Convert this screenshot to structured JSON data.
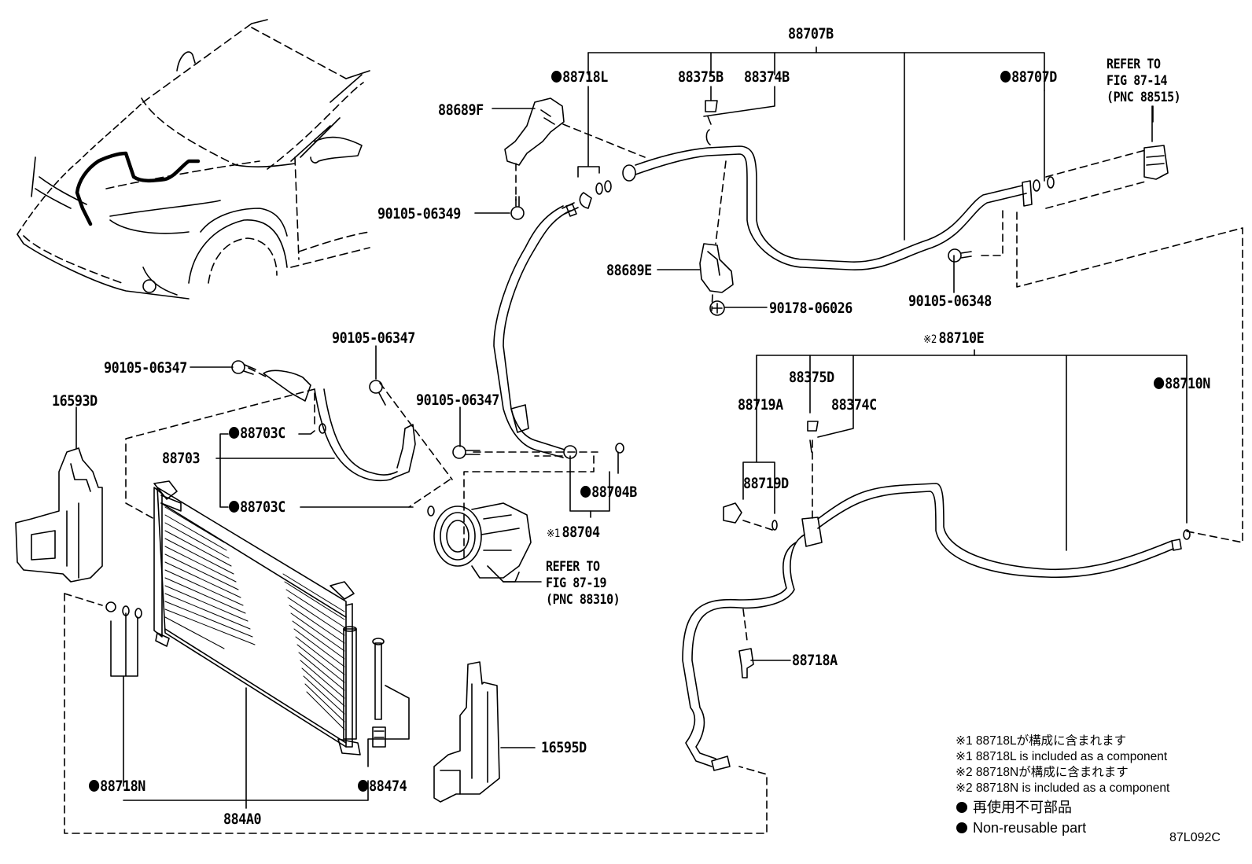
{
  "diagram": {
    "title": "Air conditioner piping & condenser parts diagram",
    "figure_id": "87L092C",
    "non_reusable_symbol": "●",
    "parts": {
      "p88707B": {
        "code": "88707B",
        "non_reusable": false
      },
      "p88718L": {
        "code": "88718L",
        "non_reusable": true
      },
      "p88375B": {
        "code": "88375B",
        "non_reusable": false
      },
      "p88374B": {
        "code": "88374B",
        "non_reusable": false
      },
      "p88707D": {
        "code": "88707D",
        "non_reusable": true
      },
      "p88689F": {
        "code": "88689F",
        "non_reusable": false
      },
      "p90105_06349": {
        "code": "90105-06349",
        "non_reusable": false
      },
      "p88689E": {
        "code": "88689E",
        "non_reusable": false
      },
      "p90178_06026": {
        "code": "90178-06026",
        "non_reusable": false
      },
      "p90105_06348": {
        "code": "90105-06348",
        "non_reusable": false
      },
      "p90105_06347_a": {
        "code": "90105-06347",
        "non_reusable": false
      },
      "p90105_06347_b": {
        "code": "90105-06347",
        "non_reusable": false
      },
      "p90105_06347_c": {
        "code": "90105-06347",
        "non_reusable": false
      },
      "p16593D": {
        "code": "16593D",
        "non_reusable": false
      },
      "p88703C_a": {
        "code": "88703C",
        "non_reusable": true
      },
      "p88703": {
        "code": "88703",
        "non_reusable": false
      },
      "p88703C_b": {
        "code": "88703C",
        "non_reusable": true
      },
      "p88704B": {
        "code": "88704B",
        "non_reusable": true
      },
      "p88704": {
        "code": "88704",
        "non_reusable": false,
        "mark": "※1"
      },
      "p88710E": {
        "code": "88710E",
        "non_reusable": false,
        "mark": "※2"
      },
      "p88375D": {
        "code": "88375D",
        "non_reusable": false
      },
      "p88719A": {
        "code": "88719A",
        "non_reusable": false
      },
      "p88374C": {
        "code": "88374C",
        "non_reusable": false
      },
      "p88710N": {
        "code": "88710N",
        "non_reusable": true
      },
      "p88719D": {
        "code": "88719D",
        "non_reusable": false
      },
      "p88718A": {
        "code": "88718A",
        "non_reusable": false
      },
      "p88718N": {
        "code": "88718N",
        "non_reusable": true
      },
      "p88474": {
        "code": "88474",
        "non_reusable": true
      },
      "p884A0": {
        "code": "884A0",
        "non_reusable": false
      },
      "p16595D": {
        "code": "16595D",
        "non_reusable": false
      }
    },
    "references": {
      "ref_87_14": {
        "text": "REFER TO\nFIG 87-14\n(PNC 88515)"
      },
      "ref_87_19": {
        "text": "REFER TO\nFIG 87-19\n(PNC 88310)"
      }
    },
    "legend": {
      "note1_jp": "※1 88718Lが構成に含まれます",
      "note1_en": "※1 88718L is included as a component",
      "note2_jp": "※2 88718Nが構成に含まれます",
      "note2_en": "※2 88718N is included as a component",
      "nonreusable_jp": "再使用不可部品",
      "nonreusable_en": "Non-reusable part"
    }
  }
}
